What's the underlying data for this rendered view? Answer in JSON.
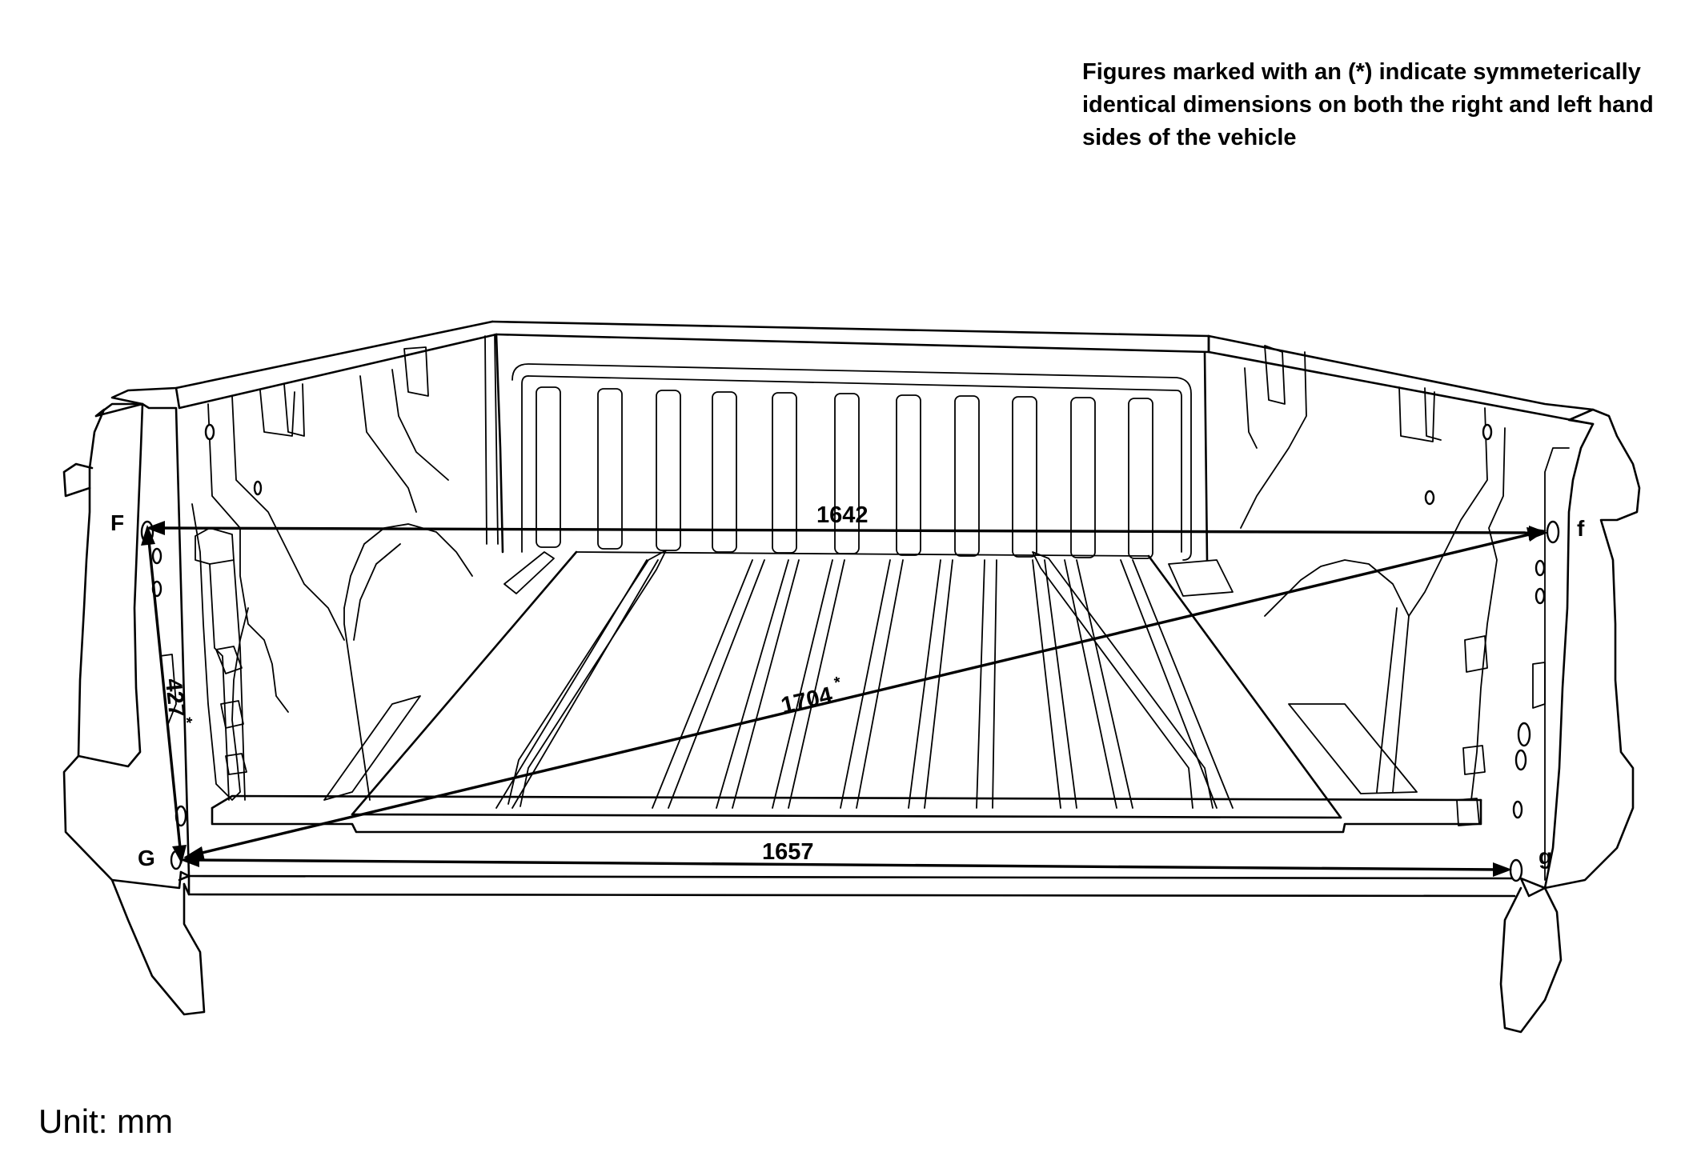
{
  "note": "Figures marked with an (*) indicate symmeterically identical dimensions on both the right and left hand sides of the vehicle",
  "unit": "Unit: mm",
  "points": {
    "F": "F",
    "f": "f",
    "G": "G",
    "g": "g"
  },
  "dimensions": {
    "width_top": "1642",
    "width_bottom": "1657",
    "diagonal": "1704",
    "diagonal_mark": "*",
    "height": "427",
    "height_mark": "*"
  }
}
